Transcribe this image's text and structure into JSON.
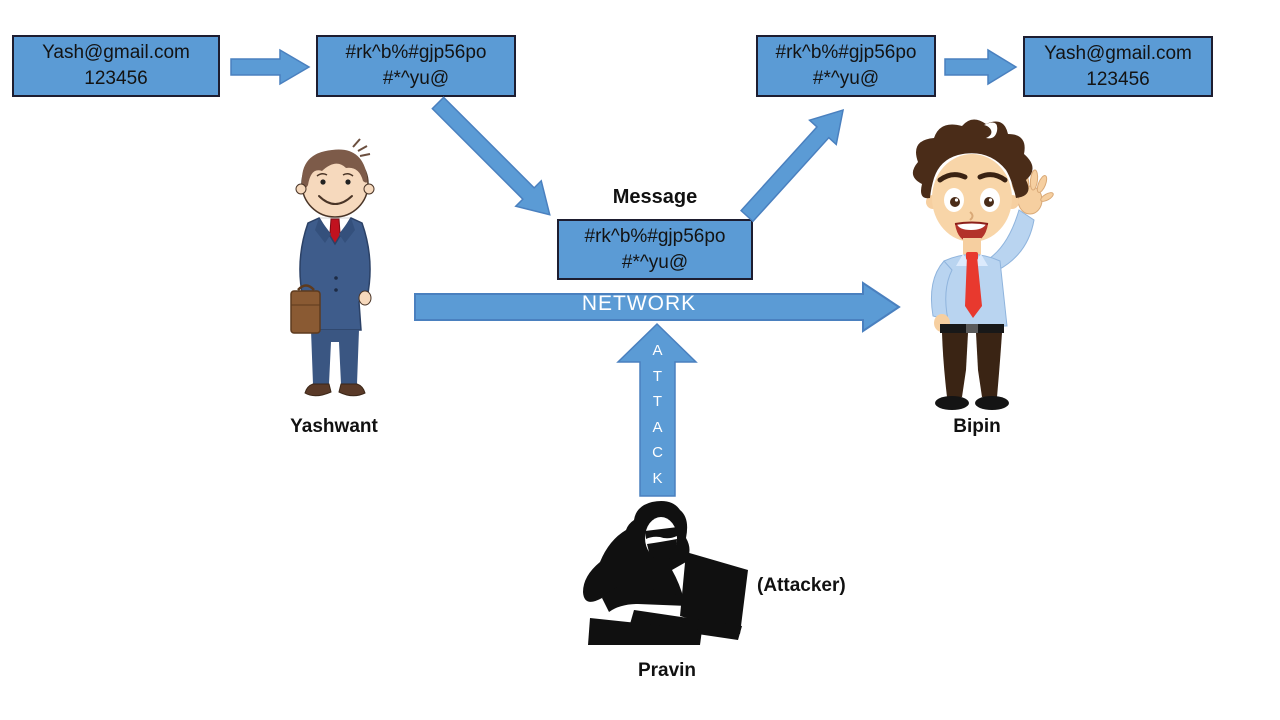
{
  "title": "Encryption over network with man-in-the-middle attacker diagram",
  "colors": {
    "shape_fill": "#5b9bd5",
    "shape_border": "#4a80bf",
    "box_border": "#1d1d30",
    "text": "#131313",
    "arrow_text": "#ffffff"
  },
  "boxes": {
    "plain_left": {
      "line1": "Yash@gmail.com",
      "line2": "123456"
    },
    "encrypted_left": {
      "line1": "#rk^b%#gjp56po",
      "line2": "#*^yu@"
    },
    "message": {
      "label": "Message",
      "line1": "#rk^b%#gjp56po",
      "line2": "#*^yu@"
    },
    "encrypted_right": {
      "line1": "#rk^b%#gjp56po",
      "line2": "#*^yu@"
    },
    "plain_right": {
      "line1": "Yash@gmail.com",
      "line2": "123456"
    }
  },
  "network": {
    "label": "NETWORK"
  },
  "attack": {
    "letters": [
      "A",
      "T",
      "T",
      "A",
      "C",
      "K"
    ]
  },
  "people": {
    "sender": {
      "name": "Yashwant"
    },
    "receiver": {
      "name": "Bipin"
    },
    "attacker": {
      "name": "Pravin",
      "role": "(Attacker)"
    }
  }
}
